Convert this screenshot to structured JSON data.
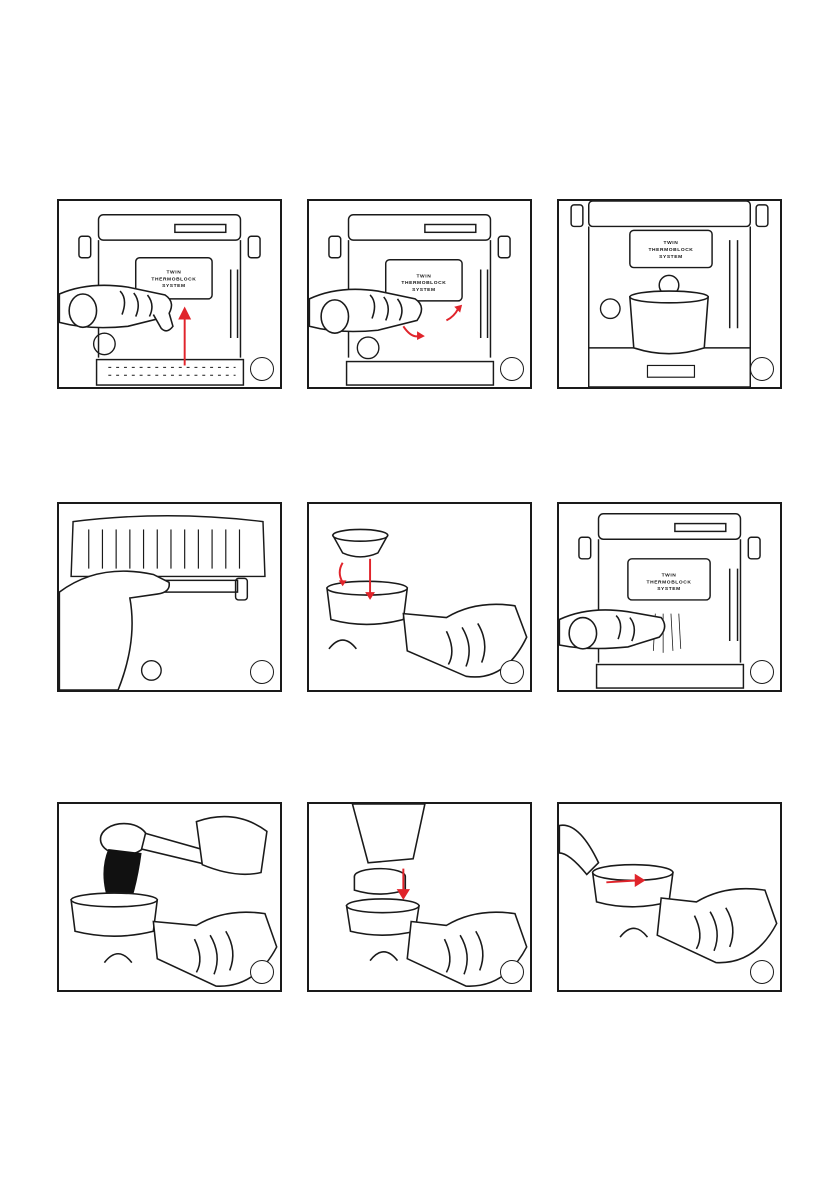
{
  "machine_label": {
    "line1": "TWIN",
    "line2": "THERMOBLOCK",
    "line3": "SYSTEM"
  },
  "panels": [
    {
      "id": 1,
      "shows_step_circle": true
    },
    {
      "id": 2,
      "shows_step_circle": true
    },
    {
      "id": 3,
      "shows_step_circle": true
    },
    {
      "id": 4,
      "shows_step_circle": true
    },
    {
      "id": 5,
      "shows_step_circle": true
    },
    {
      "id": 6,
      "shows_step_circle": true
    },
    {
      "id": 7,
      "shows_step_circle": true
    },
    {
      "id": 8,
      "shows_step_circle": true
    },
    {
      "id": 9,
      "shows_step_circle": true
    }
  ],
  "colors": {
    "line": "#1a1a1a",
    "arrow": "#e0242b",
    "ink": "#111111"
  }
}
